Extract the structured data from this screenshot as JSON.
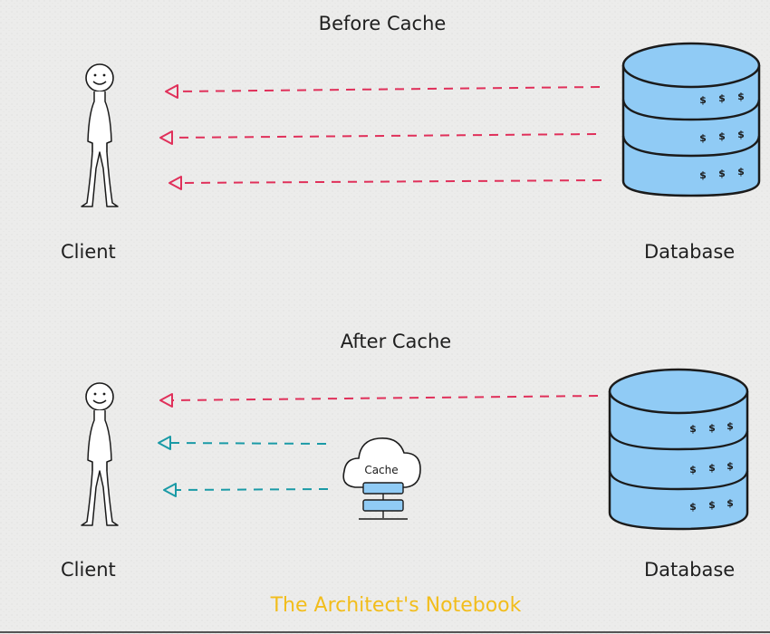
{
  "before": {
    "title": "Before Cache",
    "client_label": "Client",
    "database_label": "Database"
  },
  "after": {
    "title": "After Cache",
    "client_label": "Client",
    "database_label": "Database",
    "cache_label": "Cache"
  },
  "footer": "The Architect's Notebook",
  "colors": {
    "db_fill": "#90cbf5",
    "db_stroke": "#1b1b1b",
    "db_arrow": "#e0305a",
    "cache_arrow": "#1a9aa6",
    "cache_bars": "#90cbf5",
    "footer": "#f2bd1b"
  },
  "icons": [
    "stick-figure-icon",
    "database-icon",
    "cloud-icon",
    "server-bars-icon",
    "dollar-icon"
  ]
}
